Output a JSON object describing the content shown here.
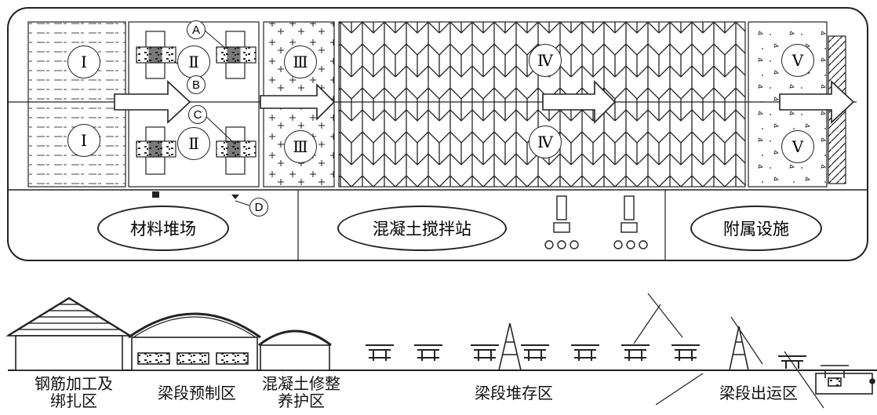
{
  "top_plan": {
    "markers": {
      "zone1_top": "Ⅰ",
      "zone1_bottom": "Ⅰ",
      "zone2_top": "Ⅱ",
      "zone2_bottom": "Ⅱ",
      "zone3_top": "Ⅲ",
      "zone3_bottom": "Ⅲ",
      "zone4_top": "Ⅳ",
      "zone4_bottom": "Ⅳ",
      "zone5_top": "Ⅴ",
      "zone5_bottom": "Ⅴ",
      "A": "A",
      "B": "B",
      "C": "C",
      "D": "D"
    },
    "bottom_labels": {
      "material_yard": "材料堆场",
      "concrete_plant": "混凝土搅拌站",
      "auxiliary": "附属设施"
    }
  },
  "section_view": {
    "labels": {
      "rebar_line1": "钢筋加工及",
      "rebar_line2": "绑扎区",
      "precast": "梁段预制区",
      "curing_line1": "混凝土修整",
      "curing_line2": "养护区",
      "storage": "梁段堆存区",
      "shipping": "梁段出运区"
    }
  }
}
